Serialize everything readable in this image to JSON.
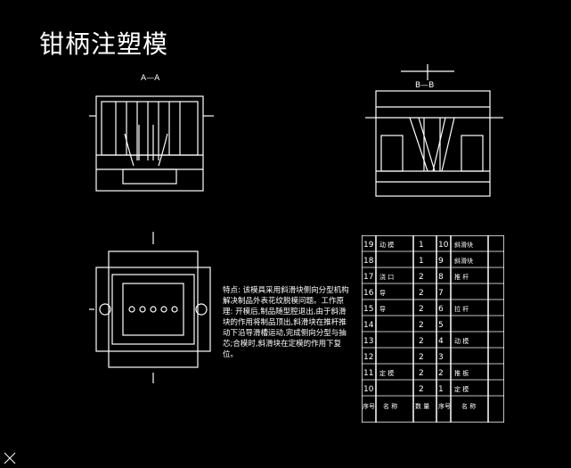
{
  "drawing": {
    "title": "钳柄注塑模",
    "section_labels": {
      "aa": "A—A",
      "bb": "B—B"
    },
    "notes": "特点: 该模具采用斜滑块侧向分型机构解决制品外表花纹脱模问题。工作原理: 开模后,制品随型腔退出,由于斜滑块的作用将制品顶出,斜滑块在推杆推动下沿导滑槽运动,完成侧向分型与抽芯;合模时,斜滑块在定模的作用下复位。",
    "parts_table": {
      "rows": [
        {
          "no": "19",
          "name": "动 模",
          "qty": "1",
          "no2": "10",
          "name2": "斜滑块"
        },
        {
          "no": "18",
          "name": "",
          "qty": "1",
          "no2": "9",
          "name2": "斜滑块"
        },
        {
          "no": "17",
          "name": "浇 口",
          "qty": "2",
          "no2": "8",
          "name2": "推 杆"
        },
        {
          "no": "16",
          "name": "导",
          "qty": "2",
          "no2": "7",
          "name2": ""
        },
        {
          "no": "15",
          "name": "导",
          "qty": "2",
          "no2": "6",
          "name2": "拉 杆"
        },
        {
          "no": "14",
          "name": "",
          "qty": "2",
          "no2": "5",
          "name2": ""
        },
        {
          "no": "13",
          "name": "",
          "qty": "2",
          "no2": "4",
          "name2": "动 模"
        },
        {
          "no": "12",
          "name": "",
          "qty": "2",
          "no2": "3",
          "name2": ""
        },
        {
          "no": "11",
          "name": "定 模",
          "qty": "2",
          "no2": "2",
          "name2": "推 板"
        },
        {
          "no": "10",
          "name": "",
          "qty": "2",
          "no2": "1",
          "name2": "定 模"
        }
      ],
      "footer": {
        "seq": "序号",
        "name": "名 称",
        "qty": "数 量"
      }
    }
  }
}
